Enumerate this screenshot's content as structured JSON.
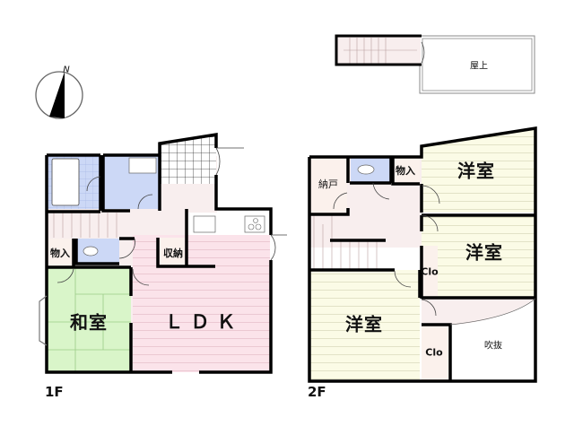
{
  "compass": {
    "label": "N"
  },
  "rooftop": {
    "label": "屋上"
  },
  "floor1": {
    "label": "1F",
    "rooms": {
      "washitsu": "和室",
      "ldk": "ＬＤＫ",
      "monoire": "物入",
      "shuno": "収納"
    }
  },
  "floor2": {
    "label": "2F",
    "rooms": {
      "yoshitsu_top": "洋室",
      "yoshitsu_mid": "洋室",
      "yoshitsu_bottom": "洋室",
      "nando": "納戸",
      "monoire": "物入",
      "clo_upper": "Clo",
      "clo_lower": "Clo",
      "fukinuke": "吹抜"
    }
  },
  "colors": {
    "wall": "#000000",
    "hall": "#f8eeee",
    "wet": "#ccd8f6",
    "tatami": "#d9f5c9",
    "ldk": "#fbe3ea",
    "western": "#fbfbe6",
    "storage": "#fbf1ec"
  }
}
